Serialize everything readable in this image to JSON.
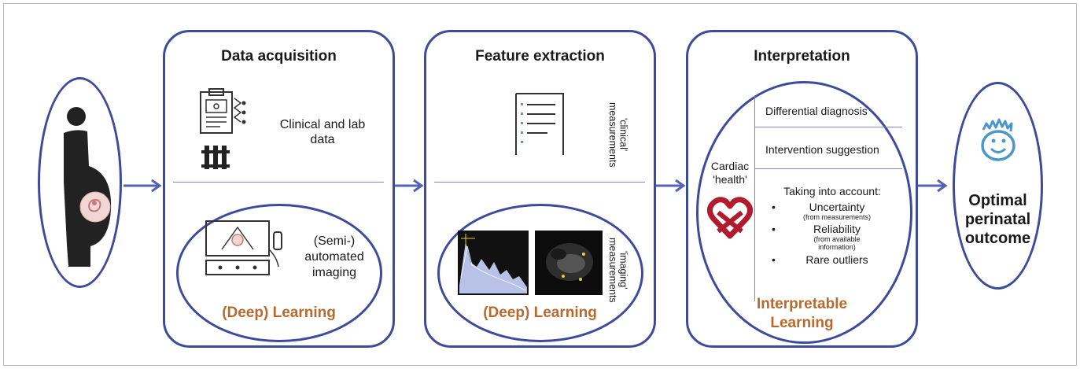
{
  "panels": {
    "acquisition": {
      "title": "Data acquisition",
      "clinical_text": [
        "Clinical and lab",
        "data"
      ],
      "imaging_text": [
        "(Semi-)",
        "automated",
        "imaging"
      ],
      "learning": "(Deep) Learning"
    },
    "extraction": {
      "title": "Feature extraction",
      "clinical_label": [
        "'clinical'",
        "measurements"
      ],
      "imaging_label": [
        "'imaging'",
        "measurements"
      ],
      "learning": "(Deep) Learning"
    },
    "interpretation": {
      "title": "Interpretation",
      "cardiac_label": [
        "Cardiac",
        "'health'"
      ],
      "differential": "Differential diagnosis",
      "intervention": "Intervention suggestion",
      "taking_into_account": "Taking into account:",
      "items": [
        {
          "label": "Uncertainty",
          "sub": "(from measurements)"
        },
        {
          "label": "Reliability",
          "sub": "(from available information)"
        },
        {
          "label": "Rare outliers",
          "sub": ""
        }
      ],
      "learning": [
        "Interpretable",
        "Learning"
      ]
    }
  },
  "outcome": [
    "Optimal",
    "perinatal",
    "outcome"
  ],
  "colors": {
    "border": "#3d4b9a",
    "accent": "#b8692e",
    "arrow": "#5563b5",
    "heart": "#b01c2e",
    "face": "#4a97c9"
  }
}
